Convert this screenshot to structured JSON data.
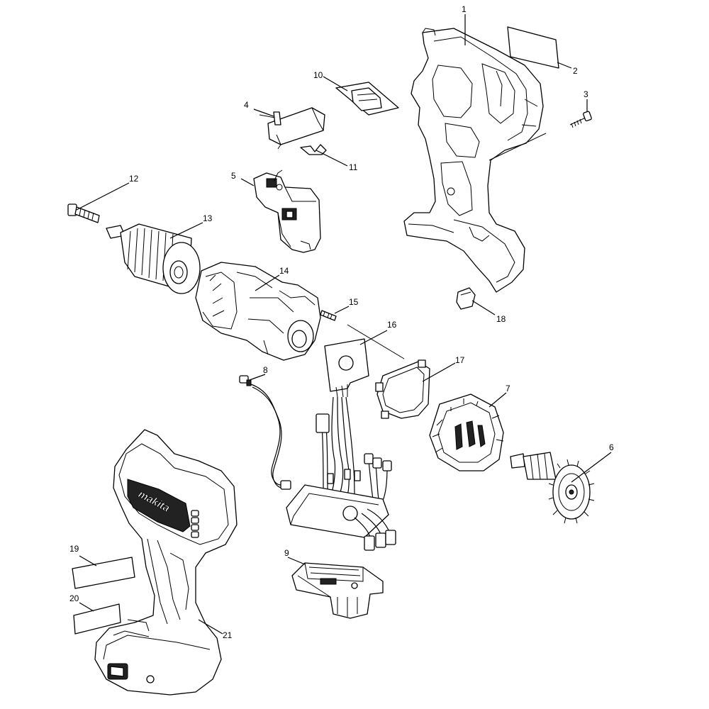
{
  "diagram": {
    "callouts": [
      {
        "id": "1",
        "label": "1"
      },
      {
        "id": "2",
        "label": "2"
      },
      {
        "id": "3",
        "label": "3"
      },
      {
        "id": "4",
        "label": "4"
      },
      {
        "id": "5",
        "label": "5"
      },
      {
        "id": "6",
        "label": "6"
      },
      {
        "id": "7",
        "label": "7"
      },
      {
        "id": "8",
        "label": "8"
      },
      {
        "id": "9",
        "label": "9"
      },
      {
        "id": "10",
        "label": "10"
      },
      {
        "id": "11",
        "label": "11"
      },
      {
        "id": "12",
        "label": "12"
      },
      {
        "id": "13",
        "label": "13"
      },
      {
        "id": "14",
        "label": "14"
      },
      {
        "id": "15",
        "label": "15"
      },
      {
        "id": "16",
        "label": "16"
      },
      {
        "id": "17",
        "label": "17"
      },
      {
        "id": "18",
        "label": "18"
      },
      {
        "id": "19",
        "label": "19"
      },
      {
        "id": "20",
        "label": "20"
      },
      {
        "id": "21",
        "label": "21"
      }
    ],
    "brand_logo": "makita"
  }
}
